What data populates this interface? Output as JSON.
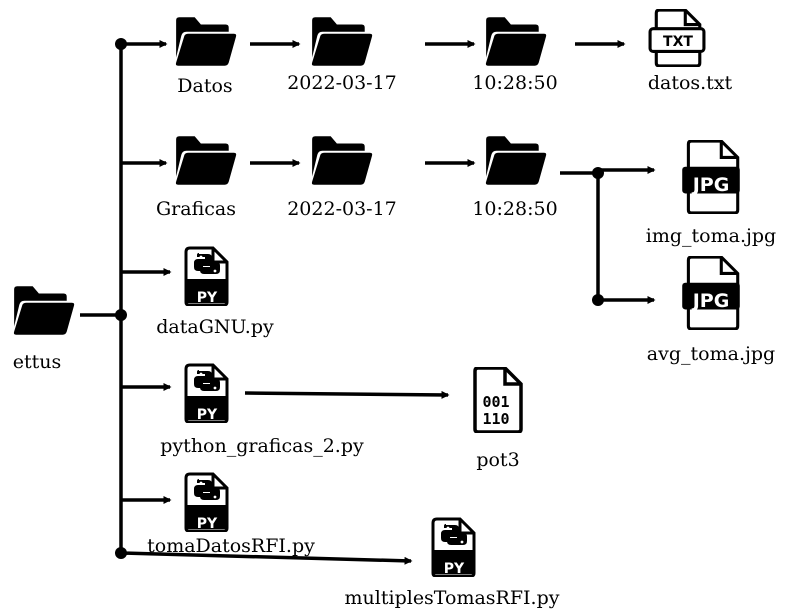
{
  "root": {
    "label": "ettus",
    "icon": "folder-icon"
  },
  "rows": [
    {
      "chain": [
        {
          "label": "Datos",
          "icon": "folder-icon"
        },
        {
          "label": "2022-03-17",
          "icon": "folder-icon"
        },
        {
          "label": "10:28:50",
          "icon": "folder-icon"
        },
        {
          "label": "datos.txt",
          "icon": "txt-file-icon",
          "badge": "TXT"
        }
      ]
    },
    {
      "chain": [
        {
          "label": "Graficas",
          "icon": "folder-icon"
        },
        {
          "label": "2022-03-17",
          "icon": "folder-icon"
        },
        {
          "label": "10:28:50",
          "icon": "folder-icon"
        }
      ],
      "leaves": [
        {
          "label": "img_toma.jpg",
          "icon": "jpg-file-icon",
          "badge": "JPG"
        },
        {
          "label": "avg_toma.jpg",
          "icon": "jpg-file-icon",
          "badge": "JPG"
        }
      ]
    }
  ],
  "scripts": [
    {
      "label": "dataGNU.py",
      "icon": "python-file-icon",
      "badge": "PY"
    },
    {
      "label": "python_graficas_2.py",
      "icon": "python-file-icon",
      "badge": "PY",
      "output": {
        "label": "pot3",
        "icon": "binary-file-icon",
        "line1": "001",
        "line2": "110"
      }
    },
    {
      "label": "tomaDatosRFI.py",
      "icon": "python-file-icon",
      "badge": "PY"
    },
    {
      "label": "multiplesTomasRFI.py",
      "icon": "python-file-icon",
      "badge": "PY"
    }
  ]
}
